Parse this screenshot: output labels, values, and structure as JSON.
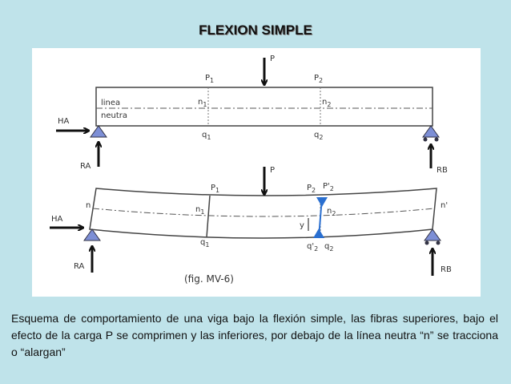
{
  "title": "FLEXION SIMPLE",
  "diagram": {
    "load_label": "P",
    "beam1": {
      "p1": "P",
      "p1_sub": "1",
      "p2": "P",
      "p2_sub": "2",
      "n1": "n",
      "n1_sub": "1",
      "n2": "n",
      "n2_sub": "2",
      "q1": "q",
      "q1_sub": "1",
      "q2": "q",
      "q2_sub": "2",
      "neutral_line_1": "linea",
      "neutral_line_2": "neutra",
      "ha": "HA",
      "ra": "RA",
      "rb": "RB"
    },
    "beam2": {
      "p1": "P",
      "p1_sub": "1",
      "p2": "P",
      "p2_sub": "2",
      "p2_prime": "P'",
      "p2_prime_sub": "2",
      "n": "n",
      "n_prime": "n'",
      "n1": "n",
      "n1_sub": "1",
      "n2": "n",
      "n2_sub": "2",
      "q1": "q",
      "q1_sub": "1",
      "q2": "q",
      "q2_sub": "2",
      "q2_prime": "q'",
      "q2_prime_sub": "2",
      "y": "y",
      "ha": "HA",
      "ra": "RA",
      "rb": "RB"
    },
    "figure_label": "(fig. MV-6)"
  },
  "caption": "Esquema de comportamiento de una viga bajo la flexión simple, las fibras superiores, bajo el efecto de la carga P se comprimen y las inferiores, por debajo de la línea neutra “n” se tracciona o “alargan”"
}
